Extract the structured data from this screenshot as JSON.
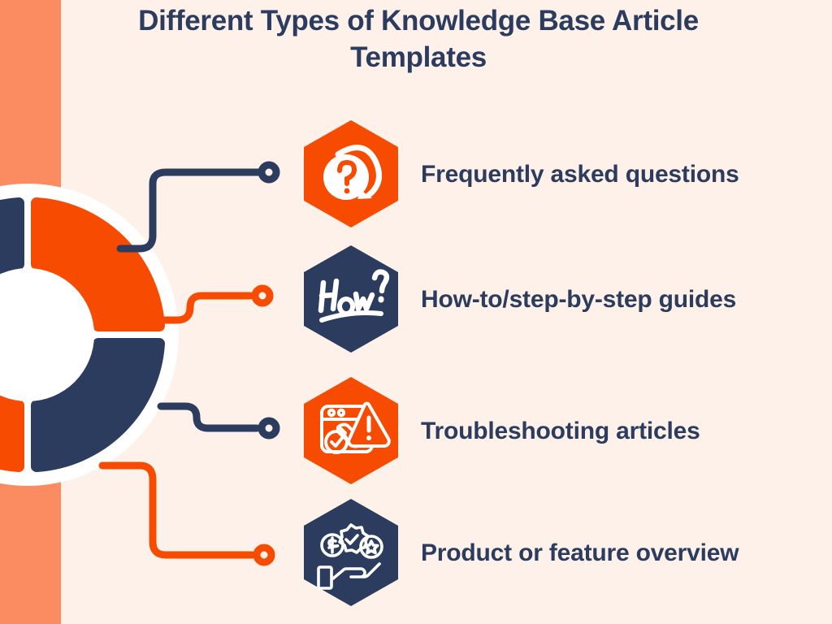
{
  "header": {
    "title": "Different Types of Knowledge Base Article Templates"
  },
  "colors": {
    "background": "#fdf1e9",
    "stripe": "#fb8b61",
    "navy": "#2c3c5e",
    "orange": "#f64b00",
    "white": "#ffffff"
  },
  "items": [
    {
      "label": "Frequently asked questions",
      "icon": "question-mark-speech-bubble-icon",
      "hex_color": "#f64b00",
      "connector_color": "#2c3c5e"
    },
    {
      "label": "How-to/step-by-step guides",
      "icon": "how-handwritten-icon",
      "icon_text": "How?",
      "hex_color": "#2c3c5e",
      "connector_color": "#f64b00"
    },
    {
      "label": "Troubleshooting articles",
      "icon": "wrench-warning-browser-icon",
      "hex_color": "#f64b00",
      "connector_color": "#2c3c5e"
    },
    {
      "label": "Product or feature overview",
      "icon": "hand-holding-badges-icon",
      "hex_color": "#2c3c5e",
      "connector_color": "#f64b00"
    }
  ],
  "chart_data": {
    "type": "pie",
    "title": "Different Types of Knowledge Base Article Templates",
    "categories": [
      "Frequently asked questions",
      "How-to/step-by-step guides",
      "Troubleshooting articles",
      "Product or feature overview"
    ],
    "values": [
      25,
      25,
      25,
      25
    ],
    "colors": [
      "#2c3c5e",
      "#f64b00",
      "#2c3c5e",
      "#f64b00"
    ],
    "legend": "right",
    "grid": false,
    "note": "Equal quarter donut segments used as decorative hub; each segment links to one template type."
  }
}
